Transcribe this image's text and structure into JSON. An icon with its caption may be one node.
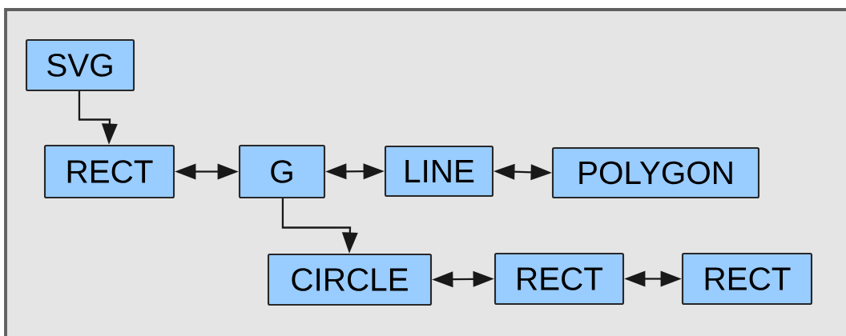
{
  "diagram": {
    "nodes": [
      {
        "text": [
          "SVG"
        ]
      },
      {
        "text": [
          "RECT"
        ]
      },
      {
        "text": [
          "G"
        ]
      },
      {
        "text": [
          "LINE"
        ]
      },
      {
        "text": [
          "POLYGON"
        ]
      },
      {
        "text": [
          "CIRCLE"
        ]
      },
      {
        "text": [
          "RECT"
        ]
      },
      {
        "text": [
          "RECT"
        ]
      }
    ],
    "edges": [
      {
        "from": 0,
        "to": 1,
        "arrow": "to"
      },
      {
        "from": 1,
        "to": 2,
        "arrow": "both"
      },
      {
        "from": 2,
        "to": 3,
        "arrow": "both"
      },
      {
        "from": 3,
        "to": 4,
        "arrow": "both"
      },
      {
        "from": 2,
        "to": 5,
        "arrow": "to"
      },
      {
        "from": 5,
        "to": 6,
        "arrow": "both"
      },
      {
        "from": 6,
        "to": 7,
        "arrow": "both"
      }
    ]
  }
}
